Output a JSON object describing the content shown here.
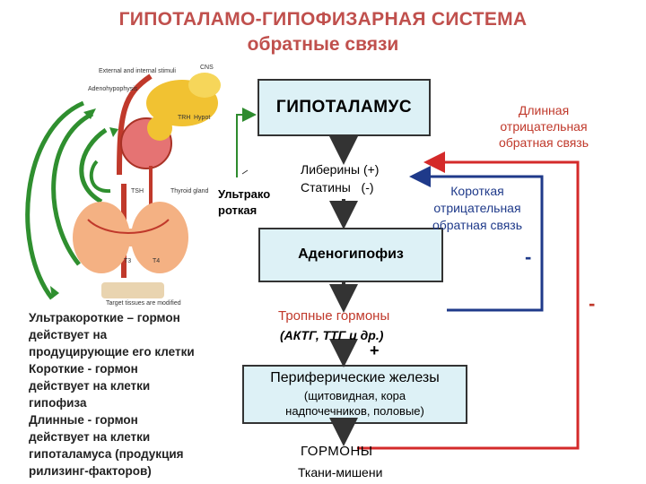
{
  "title": {
    "line1": "ГИПОТАЛАМО-ГИПОФИЗАРНАЯ СИСТЕМА",
    "line2": "обратные связи"
  },
  "boxes": {
    "hypothalamus": "ГИПОТАЛАМУС",
    "adenohypophysis": "Аденогипофиз",
    "peripheral": {
      "line1": "Периферические железы",
      "line2": "(щитовидная, кора",
      "line3": "надпочечников, половые)"
    }
  },
  "labels": {
    "liberins": "Либерины (+)",
    "statins": "Статины   (-)",
    "ultrashort": {
      "line1": "Ультрако",
      "line2": "роткая"
    },
    "tropic": {
      "line1": "Тропные гормоны",
      "line2": "(АКТГ, ТТГ и др.)"
    },
    "plus": "+",
    "hormones": "ГОРМОНЫ",
    "targets": "Ткани-мишени",
    "long_feedback": {
      "line1": "Длинная",
      "line2": "отрицательная",
      "line3": "обратная связь"
    },
    "short_feedback": {
      "line1": "Короткая",
      "line2": "отрицательная",
      "line3": "обратная связь"
    },
    "minus_blue": "-",
    "minus_red": "-"
  },
  "notes": [
    "Ультракороткие – гормон",
    "действует на",
    "продуцирующие его клетки",
    "Короткие -  гормон",
    "действует на клетки",
    "гипофиза",
    "Длинные - гормон",
    "действует на клетки",
    "гипоталамуса (продукция",
    "рилизинг-факторов)"
  ],
  "illustration_labels": {
    "stimuli": "External and internal stimuli",
    "adenohypophysis": "Adenohypophysis",
    "cns": "CNS",
    "trh": "TRH",
    "hypot": "Hypot",
    "thyroid": "Thyroid gland",
    "tsh": "TSH",
    "t3": "T3",
    "t4": "T4",
    "targets": "Target tissues are modified"
  },
  "colors": {
    "title": "#c0504d",
    "box_fill": "#ddf1f6",
    "long_arrow": "#d42a2a",
    "short_arrow": "#1f3a8a",
    "ultrashort_arrow": "#2e8b2e"
  }
}
